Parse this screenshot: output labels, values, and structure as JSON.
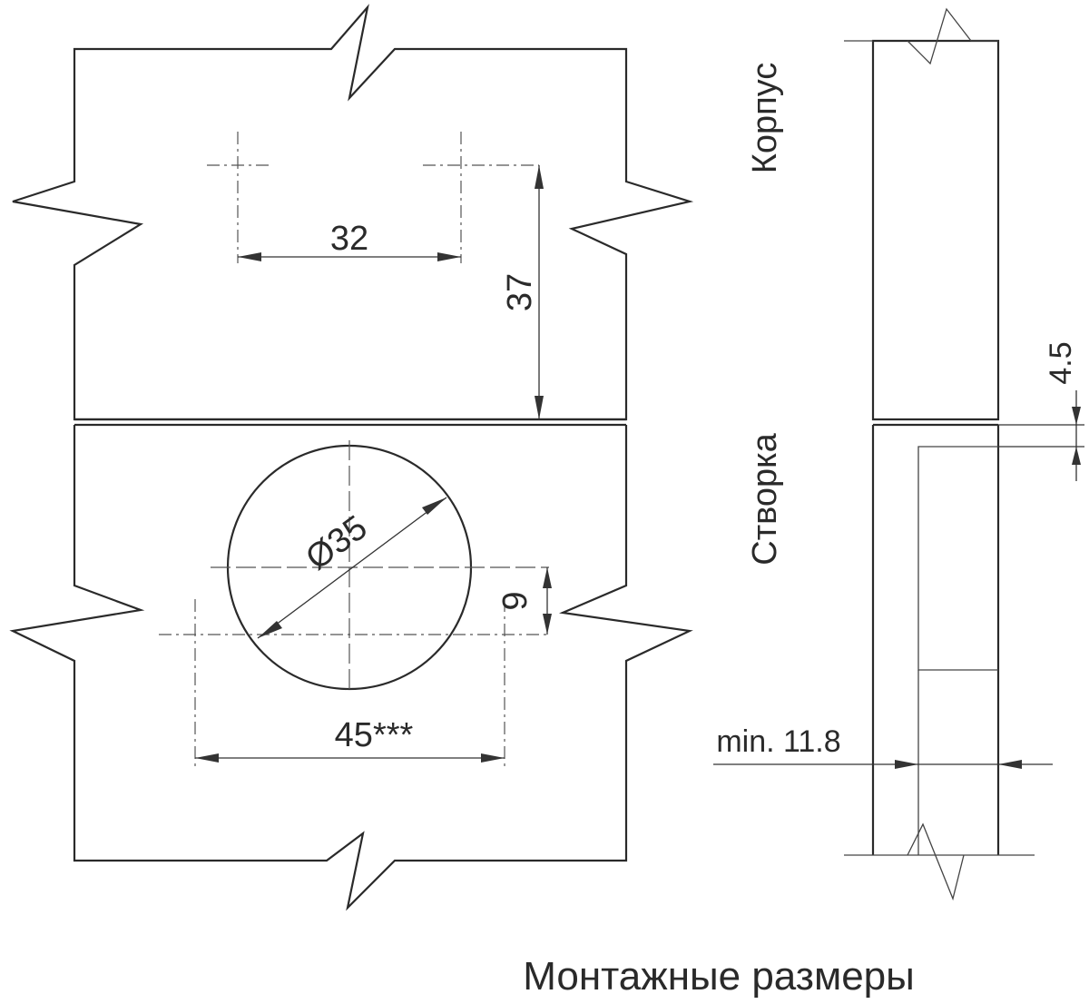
{
  "labels": {
    "dim_32": "32",
    "dim_37": "37",
    "dim_d35": "Ø35",
    "dim_9": "9",
    "dim_45": "45***",
    "dim_45_5": "4.5",
    "dim_min": "min. 11.8",
    "korpus": "Корпус",
    "stvorka": "Створка",
    "caption": "Монтажные размеры"
  }
}
